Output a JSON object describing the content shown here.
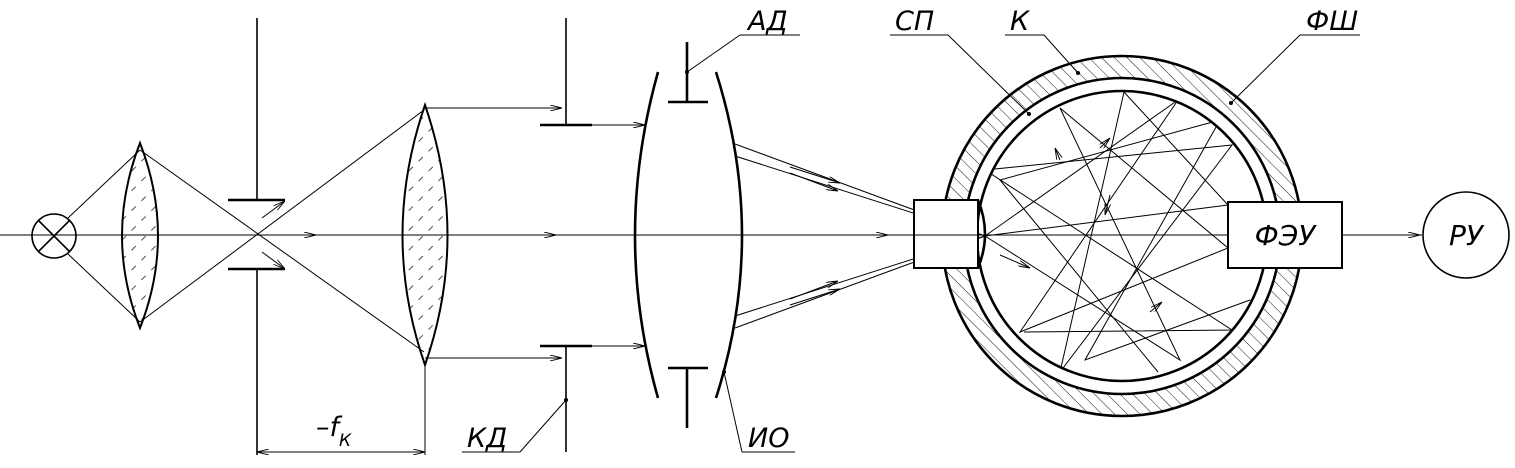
{
  "labels": {
    "ad": "АД",
    "sp": "СП",
    "k": "К",
    "fsh": "ФШ",
    "kd": "КД",
    "io": "ИО",
    "focal_f": "–f",
    "focal_sub": "К"
  },
  "blocks": {
    "feu": "ФЭУ",
    "ru": "РУ"
  }
}
